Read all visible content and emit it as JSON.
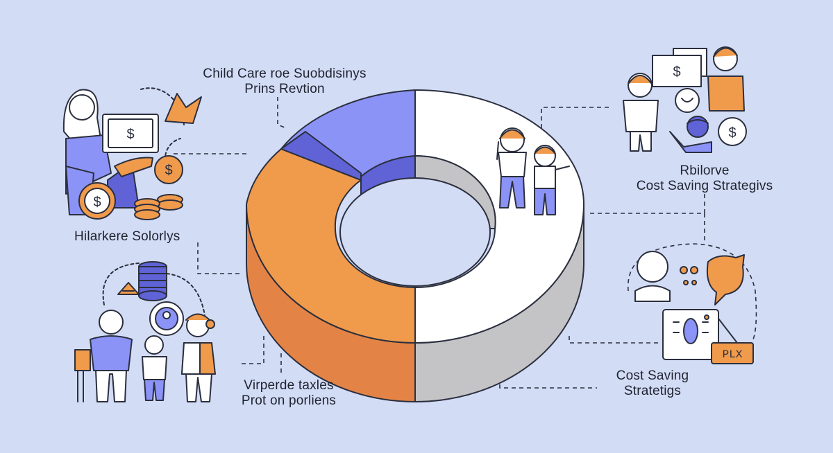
{
  "colors": {
    "background": "#d3dcf5",
    "orange": "#f09a4c",
    "orange_dark": "#e38446",
    "blue": "#8b93f6",
    "blue_dark": "#5f63d6",
    "white": "#ffffff",
    "grey": "#c4c4c7",
    "outline": "#2b2f3e"
  },
  "labels": {
    "top_center": {
      "line1": "Child Care roe Suobdisinys",
      "line2": "Prins Revtion"
    },
    "left_middle": {
      "line1": "Hilarkere Solorlys"
    },
    "bottom_center": {
      "line1": "Virperde taxles",
      "line2": "Prot on porliens"
    },
    "right_top": {
      "line1": "Rbilorve",
      "line2": "Cost Saving Strategivs"
    },
    "right_bottom": {
      "line1": "Cost Saving",
      "line2": "Stratetigs"
    }
  },
  "icons": {
    "dollar_symbol": "$",
    "price_tag_text": "PLX"
  }
}
